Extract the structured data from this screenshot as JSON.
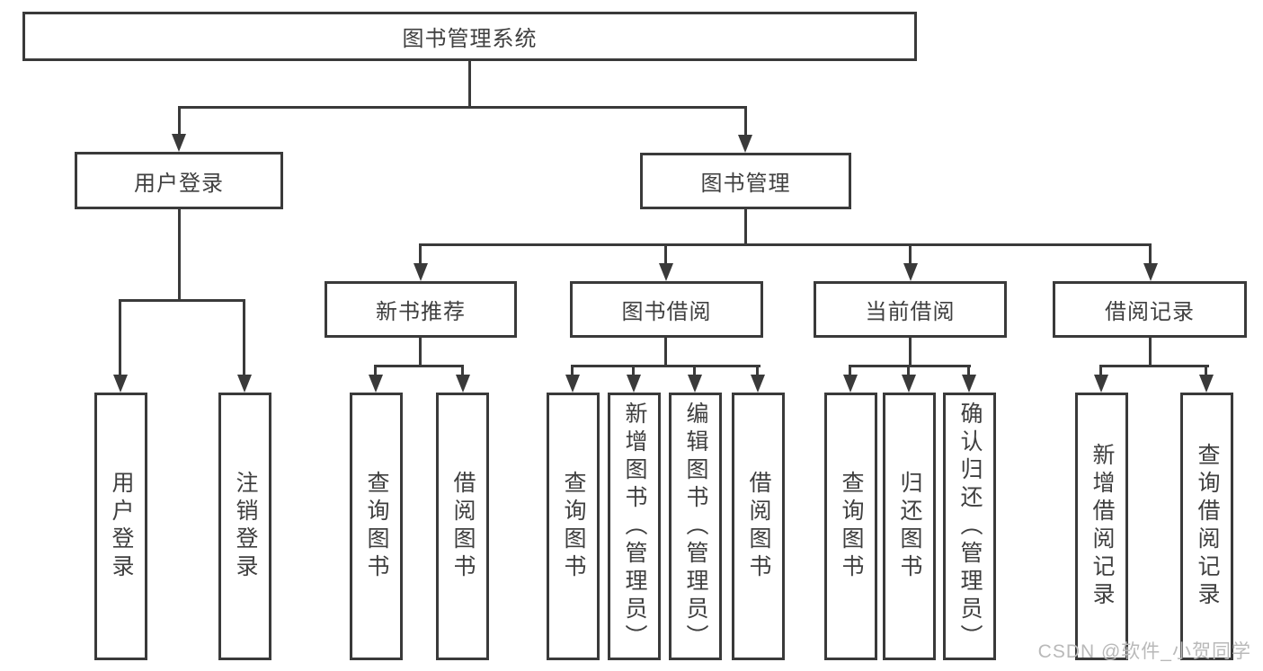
{
  "diagram_title": "图书管理系统",
  "tree": {
    "root": {
      "label": "图书管理系统"
    },
    "children": [
      {
        "label": "用户登录",
        "children": [
          {
            "label": "用户登录"
          },
          {
            "label": "注销登录"
          }
        ]
      },
      {
        "label": "图书管理",
        "children": [
          {
            "label": "新书推荐",
            "children": [
              {
                "label": "查询图书"
              },
              {
                "label": "借阅图书"
              }
            ]
          },
          {
            "label": "图书借阅",
            "children": [
              {
                "label": "查询图书"
              },
              {
                "label": "新增图书（管理员）"
              },
              {
                "label": "编辑图书（管理员）"
              },
              {
                "label": "借阅图书"
              }
            ]
          },
          {
            "label": "当前借阅",
            "children": [
              {
                "label": "查询图书"
              },
              {
                "label": "归还图书"
              },
              {
                "label": "确认归还（管理员）"
              }
            ]
          },
          {
            "label": "借阅记录",
            "children": [
              {
                "label": "新增借阅记录"
              },
              {
                "label": "查询借阅记录"
              }
            ]
          }
        ]
      }
    ]
  },
  "watermark": "CSDN @软件_小贺同学",
  "colors": {
    "line": "#3a3a3a",
    "box_border": "#3a3a3a",
    "text": "#3f3f3f",
    "background": "#ffffff",
    "watermark": "#b9b9b9"
  }
}
